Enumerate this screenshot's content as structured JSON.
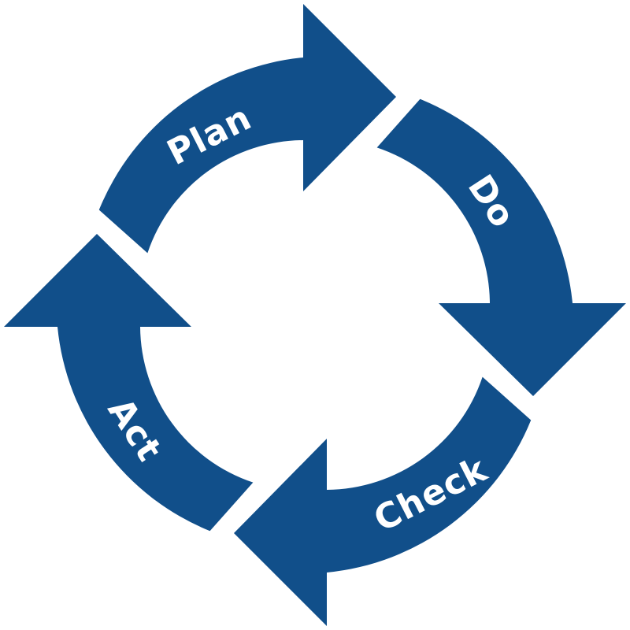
{
  "colors": {
    "arrow": "#114f8a",
    "label": "#ffffff",
    "background": "#ffffff"
  },
  "stages": [
    {
      "label": "Plan"
    },
    {
      "label": "Do"
    },
    {
      "label": "Check"
    },
    {
      "label": "Act"
    }
  ]
}
